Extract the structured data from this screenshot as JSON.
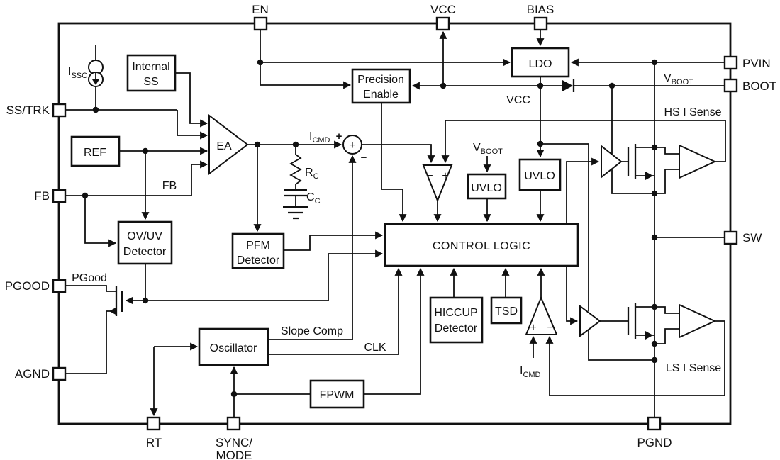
{
  "colors": {
    "ink": "#111111",
    "background": "#ffffff"
  },
  "pins": {
    "en": "EN",
    "vcc": "VCC",
    "bias": "BIAS",
    "pvin": "PVIN",
    "boot": "BOOT",
    "sw": "SW",
    "ss_trk": "SS/TRK",
    "fb": "FB",
    "pgood": "PGOOD",
    "agnd": "AGND",
    "rt": "RT",
    "sync_mode_1": "SYNC/",
    "sync_mode_2": "MODE",
    "pgnd": "PGND"
  },
  "blocks": {
    "internal_ss_1": "Internal",
    "internal_ss_2": "SS",
    "ref": "REF",
    "ea": "EA",
    "ldo": "LDO",
    "precision_enable_1": "Precision",
    "precision_enable_2": "Enable",
    "uvlo_boot": "UVLO",
    "uvlo_vcc": "UVLO",
    "control_logic": "CONTROL LOGIC",
    "ov_uv_1": "OV/UV",
    "ov_uv_2": "Detector",
    "pfm_1": "PFM",
    "pfm_2": "Detector",
    "hiccup_1": "HICCUP",
    "hiccup_2": "Detector",
    "tsd": "TSD",
    "oscillator": "Oscillator",
    "fpwm": "FPWM"
  },
  "nets": {
    "issc_main": "I",
    "issc_sub": "SSC",
    "icmd_main": "I",
    "icmd_sub": "CMD",
    "icmd2_main": "I",
    "icmd2_sub": "CMD",
    "rc_main": "R",
    "rc_sub": "C",
    "cc_main": "C",
    "cc_sub": "C",
    "vboot_main": "V",
    "vboot_sub": "BOOT",
    "vboot2_main": "V",
    "vboot2_sub": "BOOT",
    "vcc_internal": "VCC",
    "fb": "FB",
    "pgood": "PGood",
    "hs_i_sense": "HS I Sense",
    "ls_i_sense": "LS I Sense",
    "slope_comp": "Slope Comp",
    "clk": "CLK"
  },
  "signs": {
    "sum_inner": "+",
    "sum_outer_plus": "+",
    "sum_outer_minus": "−",
    "cmp_minus": "−",
    "cmp_plus": "+",
    "cmp2_plus": "+",
    "cmp2_minus": "−"
  }
}
